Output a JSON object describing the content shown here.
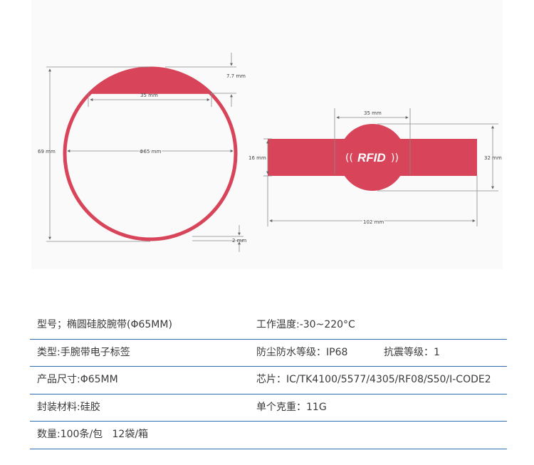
{
  "diagram": {
    "round_band": {
      "top_segment_height": "7.7 mm",
      "top_segment_width": "35 mm",
      "diameter": "Φ65 mm",
      "outer_height": "69 mm",
      "band_thickness": "2 mm"
    },
    "flat_band": {
      "tag_width": "35 mm",
      "band_width": "16 mm",
      "tag_height": "32 mm",
      "total_length": "102 mm",
      "logo_text": "RFID",
      "logo_waves_left": "((",
      "logo_waves_right": "))"
    },
    "colors": {
      "band": "#d8455a",
      "dimension_lines": "#7a7a7a",
      "table_rules": "#2f6fb3"
    }
  },
  "specs": [
    {
      "left": "型号；椭圆硅胶腕带(Φ65MM)",
      "right": "工作温度:-30~220°C",
      "extra": ""
    },
    {
      "left": "类型:手腕带电子标签",
      "right": "防尘防水等级：IP68",
      "extra": "抗震等级：1"
    },
    {
      "left": "产品尺寸:Φ65MM",
      "right": "芯片：IC/TK4100/5577/4305/RF08/S50/I-CODE2",
      "extra": ""
    },
    {
      "left": "封装材料:硅胶",
      "right": "单个克重：11G",
      "extra": ""
    },
    {
      "left": "数量:100条/包   12袋/箱",
      "right": "",
      "extra": ""
    }
  ]
}
